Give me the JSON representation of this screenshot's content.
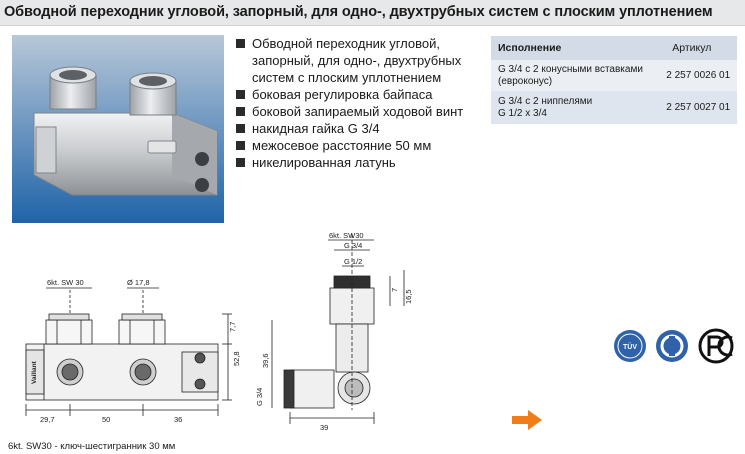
{
  "header": {
    "title": "Обводной переходник угловой, запорный, для одно-, двухтрубных систем с плоским уплотнением"
  },
  "features": [
    "Обводной переходник угловой, запорный, для одно-, двухтрубных систем с плоским уплотнением",
    "боковая регулировка байпаса",
    "боковой запираемый ходовой винт",
    "накидная гайка G 3/4",
    "межосевое расстояние 50 мм",
    "никелированная латунь"
  ],
  "spec_table": {
    "col_version": "Исполнение",
    "col_article": "Артикул",
    "rows": [
      {
        "version_line1": "G 3/4 с 2 конусными вставками",
        "version_line2": "(евроконус)",
        "article": "2 257 0026 01"
      },
      {
        "version_line1": "G 3/4 с 2 ниппелями",
        "version_line2": "G 1/2 x 3/4",
        "article": "2 257 0027 01"
      }
    ]
  },
  "drawing_front": {
    "hex_label": "6kt. SW 30",
    "dia_label": "Ø 17,8",
    "dim_77": "7,7",
    "dim_528": "52,8",
    "dim_297": "29,7",
    "dim_50": "50",
    "dim_36": "36",
    "brand": "Vaillant"
  },
  "drawing_side": {
    "hex_label": "6kt. SW30",
    "thread_34": "G 3/4",
    "thread_12": "G 1/2",
    "dim_7": "7",
    "dim_165": "16,5",
    "dim_396": "39,6",
    "thread_side": "G 3/4",
    "dim_39": "39"
  },
  "footnote": "6kt. SW30 - ключ-шестигранник 30 мм",
  "certs": {
    "tuv": "TÜV"
  }
}
